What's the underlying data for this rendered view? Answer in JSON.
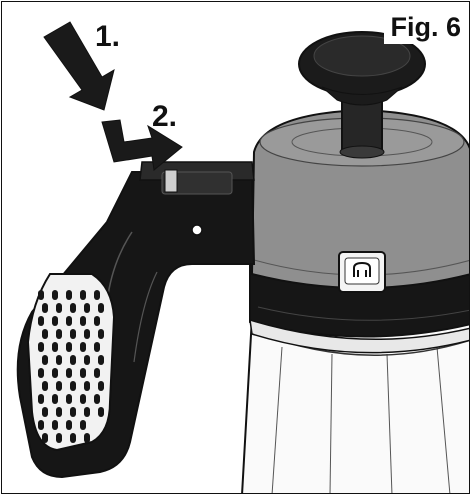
{
  "figure": {
    "label": "Fig. 6",
    "steps": [
      "1.",
      "2."
    ]
  },
  "colors": {
    "cap_gray": "#8f8f8f",
    "cap_dark": "#707070",
    "handle_black": "#161616",
    "grip_white": "#f2f2f2",
    "line": "#111111"
  },
  "icons": {
    "arrow_down": "arrow-down-icon",
    "arrow_right": "arrow-right-icon",
    "pump_release": "pump-release-icon"
  }
}
